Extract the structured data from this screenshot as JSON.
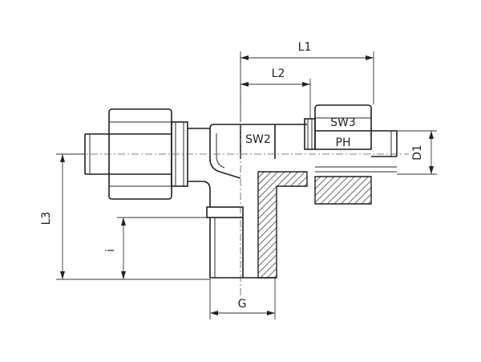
{
  "labels": {
    "L1": "L1",
    "L2": "L2",
    "L3": "L3",
    "SW2": "SW2",
    "SW3": "SW3",
    "PH": "PH",
    "D1": "D1",
    "i": "i",
    "G": "G"
  },
  "colors": {
    "line": "#1f1f1f",
    "background": "#ffffff"
  }
}
